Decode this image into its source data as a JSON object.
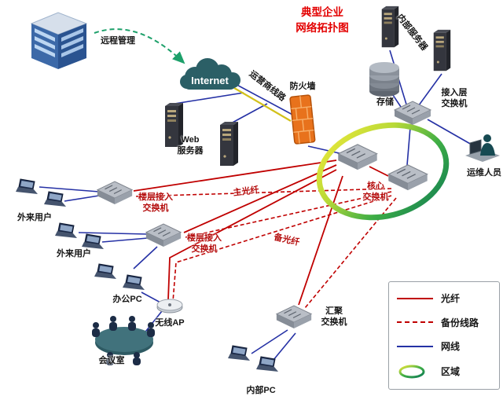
{
  "title": "典型企业\n网络拓扑图",
  "nodes": {
    "remote_mgmt": {
      "label": "远程管理"
    },
    "internet": {
      "label": "Internet"
    },
    "carrier": {
      "label": "运营商线路"
    },
    "firewall": {
      "label": "防火墙"
    },
    "web_server": {
      "label": "Web\n服务器"
    },
    "internal_server": {
      "label": "内部服务器"
    },
    "storage": {
      "label": "存储"
    },
    "access_switch": {
      "label": "接入层\n交换机"
    },
    "ops_staff": {
      "label": "运维人员"
    },
    "core_switch": {
      "label": "核心\n交换机"
    },
    "floor_switch_1": {
      "label": "楼层接入\n交换机"
    },
    "floor_switch_2": {
      "label": "楼层接入\n交换机"
    },
    "external_users_1": {
      "label": "外来用户"
    },
    "external_users_2": {
      "label": "外来用户"
    },
    "office_pc": {
      "label": "办公PC"
    },
    "wireless_ap": {
      "label": "无线AP"
    },
    "meeting_room": {
      "label": "会议室"
    },
    "aggregation_switch": {
      "label": "汇聚\n交换机"
    },
    "internal_pc": {
      "label": "内部PC"
    },
    "main_fiber": {
      "label": "主光纤"
    },
    "backup_fiber": {
      "label": "备光纤"
    }
  },
  "legend": {
    "items": [
      {
        "label": "光纤",
        "style": "solid-red-line"
      },
      {
        "label": "备份线路",
        "style": "dashed-red-line"
      },
      {
        "label": "网线",
        "style": "solid-blue-line"
      },
      {
        "label": "区域",
        "style": "gradient-ring"
      }
    ]
  },
  "colors": {
    "fiber": "#c00000",
    "backup_line": "#c00000",
    "network_cable": "#2531a5",
    "carrier_line": "#d2c11a",
    "remote_arrow": "#1da06a",
    "title": "#e30000",
    "ring_start": "#f2ea3a",
    "ring_end": "#0d7a55",
    "firewall": "#e8721c"
  }
}
